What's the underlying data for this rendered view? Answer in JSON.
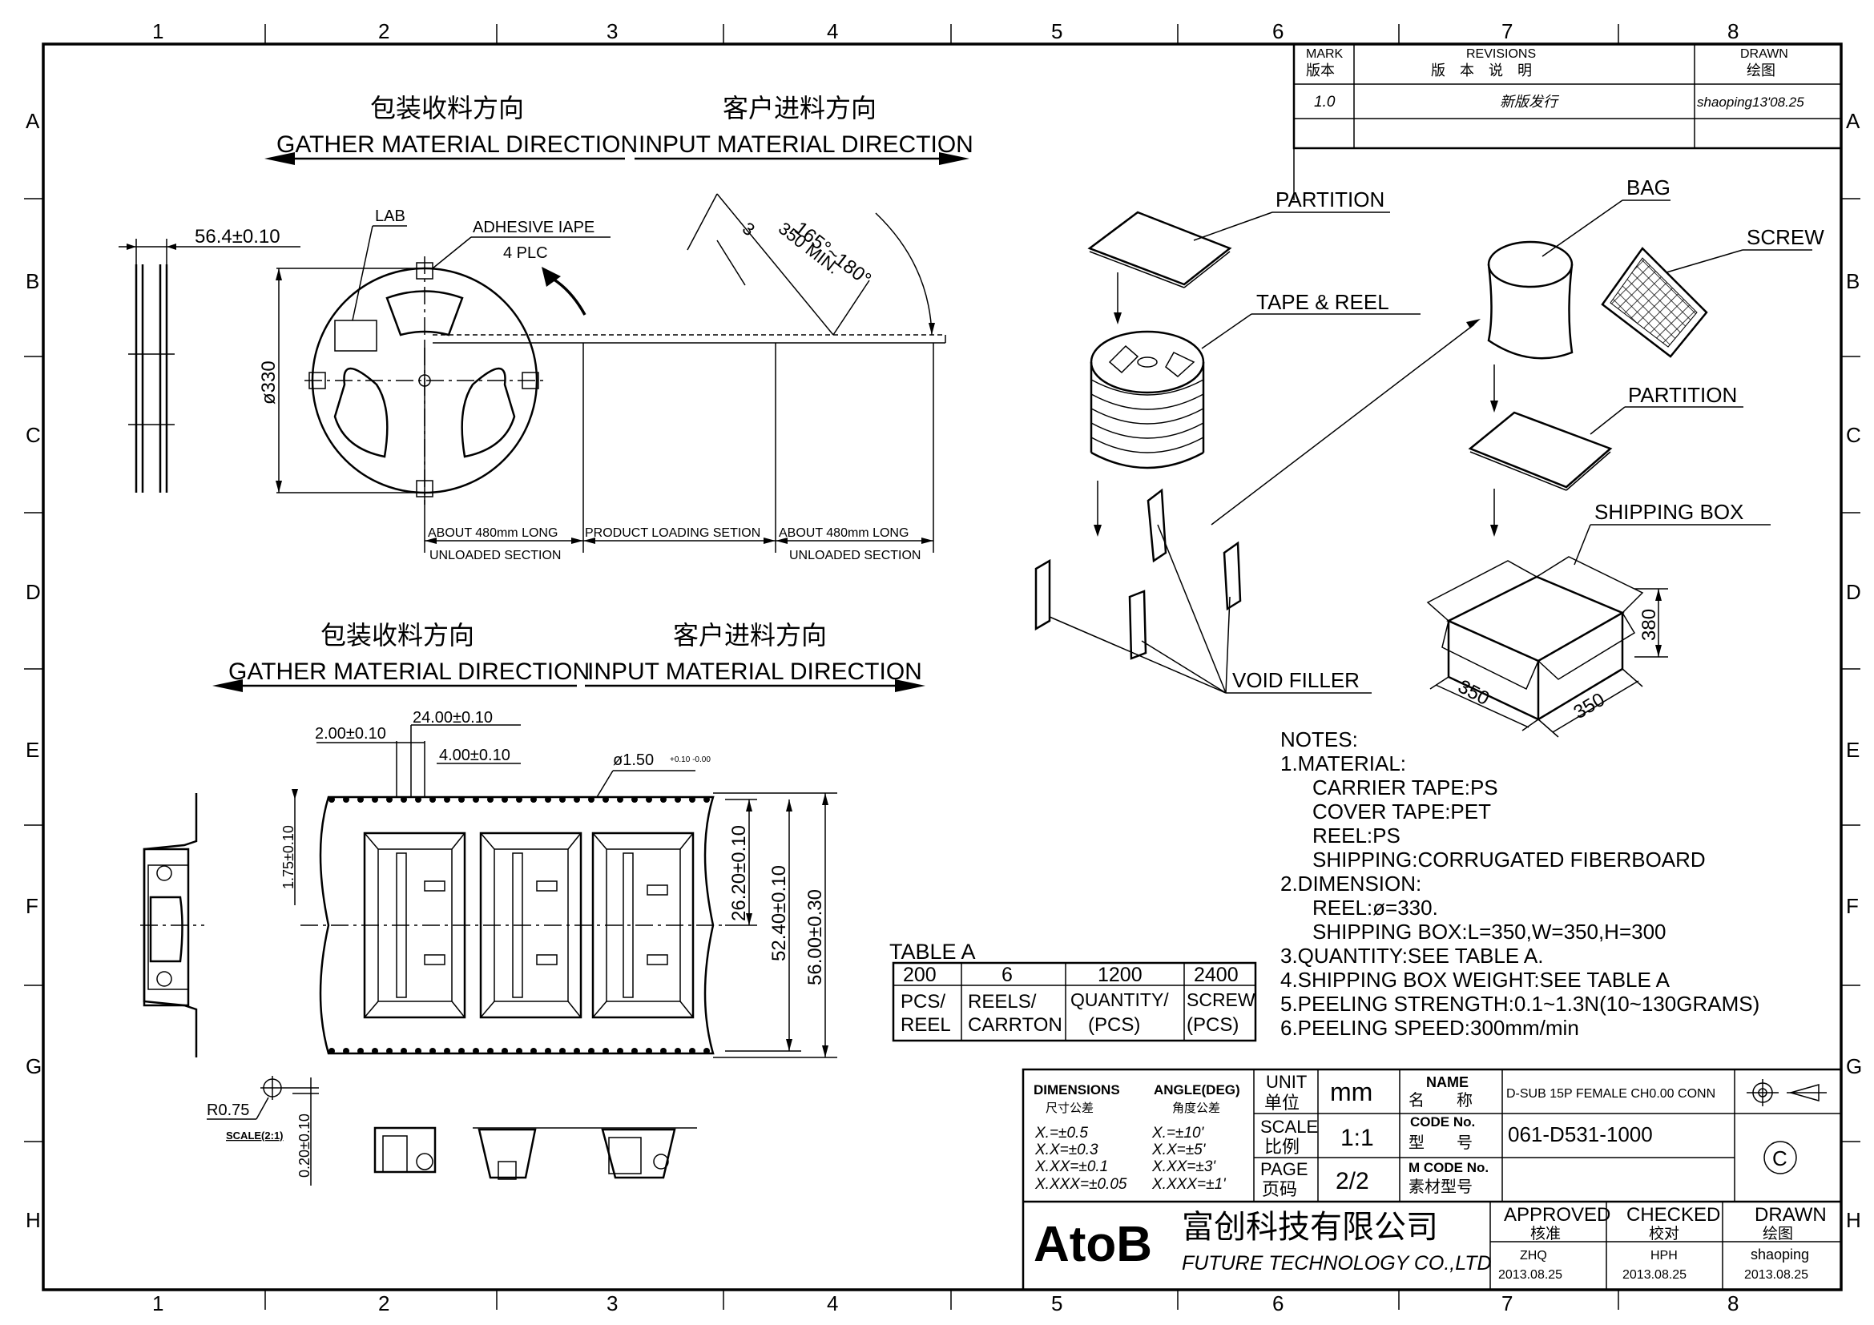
{
  "frame": {
    "columns": [
      "1",
      "2",
      "3",
      "4",
      "5",
      "6",
      "7",
      "8"
    ],
    "rows": [
      "A",
      "B",
      "C",
      "D",
      "E",
      "F",
      "G",
      "H"
    ]
  },
  "revisions": {
    "mark_label": "MARK",
    "mark_label_cn": "版本",
    "revisions_label": "REVISIONS",
    "revisions_label_cn": "版　本　说　明",
    "drawn_label": "DRAWN",
    "drawn_label_cn": "绘图",
    "row": {
      "mark": "1.0",
      "description": "新版发行",
      "drawn": "shaoping13'08.25"
    }
  },
  "top_view": {
    "gather_cn": "包装收料方向",
    "gather_en": "GATHER  MATERIAL  DIRECTION",
    "input_cn": "客户进料方向",
    "input_en": "INPUT  MATERIAL  DIRECTION",
    "dim_width": "56.4±0.10",
    "label_lab": "LAB",
    "adhesive": "ADHESIVE  IAPE",
    "plc": "4  PLC",
    "diameter": "ø330",
    "angle": "165°~180°",
    "min_len": "350  MIN.",
    "three": "3",
    "about1": "ABOUT  480mm  LONG",
    "unloaded1": "UNLOADED  SECTION",
    "product": "PRODUCT  LOADING  SETION",
    "about2": "ABOUT  480mm  LONG",
    "unloaded2": "UNLOADED  SECTION"
  },
  "tape_view": {
    "gather_cn": "包装收料方向",
    "gather_en": "GATHER  MATERIAL  DIRECTION",
    "input_cn": "客户进料方向",
    "input_en": "INPUT  MATERIAL  DIRECTION",
    "d1": "2.00±0.10",
    "d2": "24.00±0.10",
    "d3": "4.00±0.10",
    "d4": "ø1.50",
    "d4_tol": "+0.10 -0.00",
    "d5": "1.75±0.10",
    "d6": "26.20±0.10",
    "d7": "52.40±0.10",
    "d8": "56.00±0.30",
    "r": "R0.75",
    "scale": "SCALE(2:1)",
    "d9": "0.20±0.10"
  },
  "table_a": {
    "title": "TABLE  A",
    "values": [
      "200",
      "6",
      "1200",
      "2400"
    ],
    "labels": [
      [
        "PCS/",
        "REEL"
      ],
      [
        "REELS/",
        "CARRTON"
      ],
      [
        "QUANTITY/",
        "(PCS)"
      ],
      [
        "SCREW",
        "(PCS)"
      ]
    ]
  },
  "packaging": {
    "partition1": "PARTITION",
    "tape_reel": "TAPE  &  REEL",
    "bag": "BAG",
    "screw": "SCREW",
    "partition2": "PARTITION",
    "shipping_box": "SHIPPING  BOX",
    "void_filler": "VOID  FILLER",
    "dim_h": "380",
    "dim_l": "350",
    "dim_w": "350"
  },
  "notes": {
    "title": "NOTES:",
    "lines": [
      "1.MATERIAL:",
      "    CARRIER  TAPE:PS",
      "    COVER  TAPE:PET",
      "    REEL:PS",
      "    SHIPPING:CORRUGATED  FIBERBOARD",
      "2.DIMENSION:",
      "    REEL:ø=330.",
      "    SHIPPING  BOX:L=350,W=350,H=300",
      "3.QUANTITY:SEE  TABLE  A.",
      "4.SHIPPING  BOX  WEIGHT:SEE  TABLE  A",
      "5.PEELING  STRENGTH:0.1~1.3N(10~130GRAMS)",
      "6.PEELING  SPEED:300mm/min"
    ]
  },
  "title_block": {
    "dims_label": "DIMENSIONS",
    "dims_label_cn": "尺寸公差",
    "angle_label": "ANGLE(DEG)",
    "angle_label_cn": "角度公差",
    "tol_lin": [
      "X.=±0.5",
      "X.X=±0.3",
      "X.XX=±0.1",
      "X.XXX=±0.05"
    ],
    "tol_ang": [
      "X.=±10'",
      "X.X=±5'",
      "X.XX=±3'",
      "X.XXX=±1'"
    ],
    "unit_label": "UNIT",
    "unit_label_cn": "单位",
    "unit": "mm",
    "scale_label": "SCALE",
    "scale_label_cn": "比例",
    "scale": "1:1",
    "page_label": "PAGE",
    "page_label_cn": "页码",
    "page": "2/2",
    "name_label": "NAME",
    "name_label_cn": "名　　称",
    "name": "D-SUB  15P  FEMALE  CH0.00  CONN",
    "code_label": "CODE  No.",
    "code_label_cn": "型　　号",
    "code": "061-D531-1000",
    "mcode_label": "M  CODE  No.",
    "mcode_label_cn": "素材型号",
    "copyright": "C",
    "logo": "AtoB",
    "company_cn": "富创科技有限公司",
    "company_en": "FUTURE  TECHNOLOGY  CO.,LTD",
    "approved_label": "APPROVED",
    "approved_label_cn": "核准",
    "approved_by": "ZHQ",
    "approved_date": "2013.08.25",
    "checked_label": "CHECKED",
    "checked_label_cn": "校对",
    "checked_by": "HPH",
    "checked_date": "2013.08.25",
    "drawn_label": "DRAWN",
    "drawn_label_cn": "绘图",
    "drawn_by": "shaoping",
    "drawn_date": "2013.08.25"
  }
}
